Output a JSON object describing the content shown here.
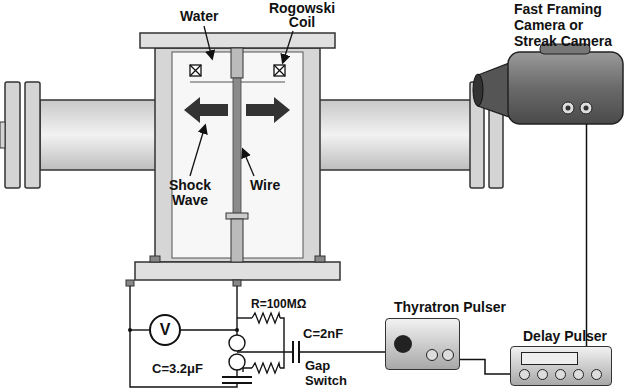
{
  "diagram": {
    "nodes": [
      {
        "text": [
          "Fast Framing Camera or Streak Camera"
        ]
      },
      {
        "text": [
          "V"
        ]
      },
      {
        "text": [
          "Thyratron Pulser"
        ]
      },
      {
        "text": [
          "Delay Pulser"
        ]
      }
    ],
    "edges": [
      {
        "from": 2,
        "to": 3,
        "arrow": "none"
      },
      {
        "from": 3,
        "to": 0,
        "arrow": "none"
      }
    ],
    "labels": [
      "Water",
      "Rogowski Coil",
      "Shock Wave",
      "Wire",
      "R=100MΩ",
      "C=2nF",
      "C=3.2μF",
      "Gap Switch"
    ]
  }
}
